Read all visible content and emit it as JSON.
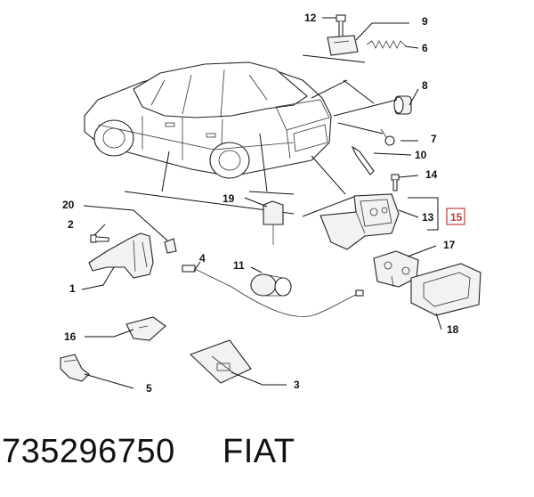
{
  "callouts": {
    "n1": "1",
    "n2": "2",
    "n3": "3",
    "n4": "4",
    "n5": "5",
    "n6": "6",
    "n7": "7",
    "n8": "8",
    "n9": "9",
    "n10": "10",
    "n11": "11",
    "n12": "12",
    "n13": "13",
    "n14": "14",
    "n15": "15",
    "n16": "16",
    "n17": "17",
    "n18": "18",
    "n19": "19",
    "n20": "20"
  },
  "highlight_color": "#c23a3a",
  "footer": {
    "part_number": "735296750",
    "brand": "FIAT"
  }
}
